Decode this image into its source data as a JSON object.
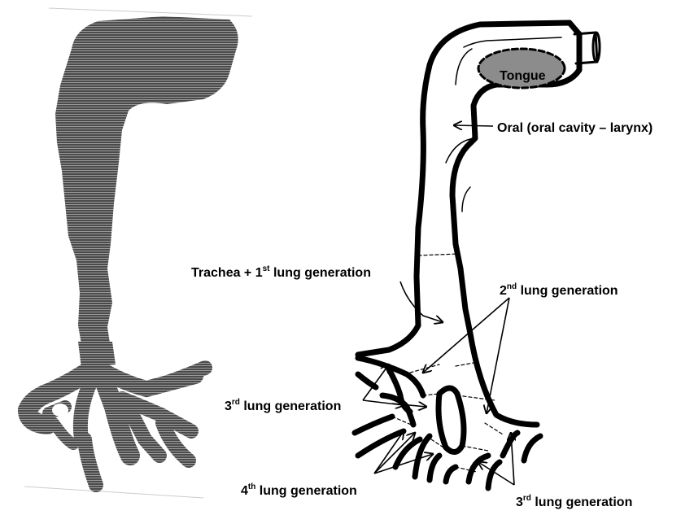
{
  "colors": {
    "scan_fill": "#4a4a4a",
    "scan_stripe": "#ffffff",
    "outline": "#000000",
    "tongue_fill": "#8c8c8c",
    "background": "#ffffff"
  },
  "labels": {
    "tongue": "Tongue",
    "oral": "Oral (oral cavity – larynx)",
    "trachea_pre": "Trachea + 1",
    "trachea_sup": "st",
    "trachea_post": " lung generation",
    "gen2_pre": "2",
    "gen2_sup": "nd",
    "gen2_post": " lung generation",
    "gen3_left_pre": "3",
    "gen3_left_sup": "rd",
    "gen3_left_post": " lung generation",
    "gen4_pre": "4",
    "gen4_sup": "th",
    "gen4_post": " lung generation",
    "gen3_right_pre": "3",
    "gen3_right_sup": "rd",
    "gen3_right_post": " lung generation"
  }
}
